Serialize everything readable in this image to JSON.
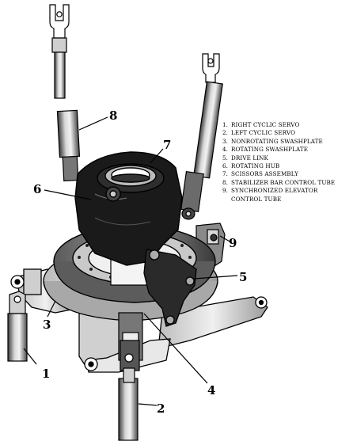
{
  "legend": [
    {
      "number": "1.",
      "text": "RIGHT CYCLIC SERVO"
    },
    {
      "number": "2.",
      "text": "LEFT CYCLIC SERVO"
    },
    {
      "number": "3.",
      "text": "NONROTATING SWASHPLATE"
    },
    {
      "number": "4.",
      "text": "ROTATING SWASHPLATE"
    },
    {
      "number": "5.",
      "text": "DRIVE LINK"
    },
    {
      "number": "6.",
      "text": "ROTATING HUB"
    },
    {
      "number": "7.",
      "text": "SCISSORS ASSEMBLY"
    },
    {
      "number": "8.",
      "text": "STABILIZER BAR CONTROL TUBE"
    },
    {
      "number": "9.",
      "text": "SYNCHRONIZED ELEVATOR CONTROL TUBE"
    }
  ],
  "callouts": [
    "1",
    "2",
    "3",
    "4",
    "5",
    "6",
    "7",
    "8",
    "9"
  ]
}
